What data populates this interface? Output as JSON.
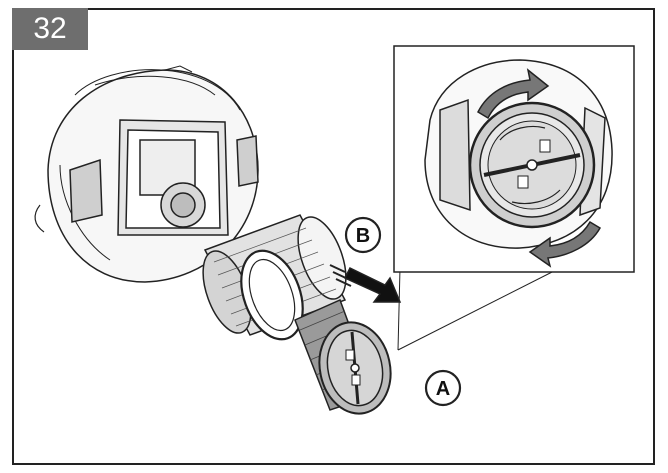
{
  "step": {
    "number": "32"
  },
  "callouts": {
    "a": "A",
    "b": "B"
  },
  "colors": {
    "badge": "#6e6e6e",
    "line": "#222222",
    "shade": "#cfcfcf",
    "mid": "#9a9a9a"
  }
}
